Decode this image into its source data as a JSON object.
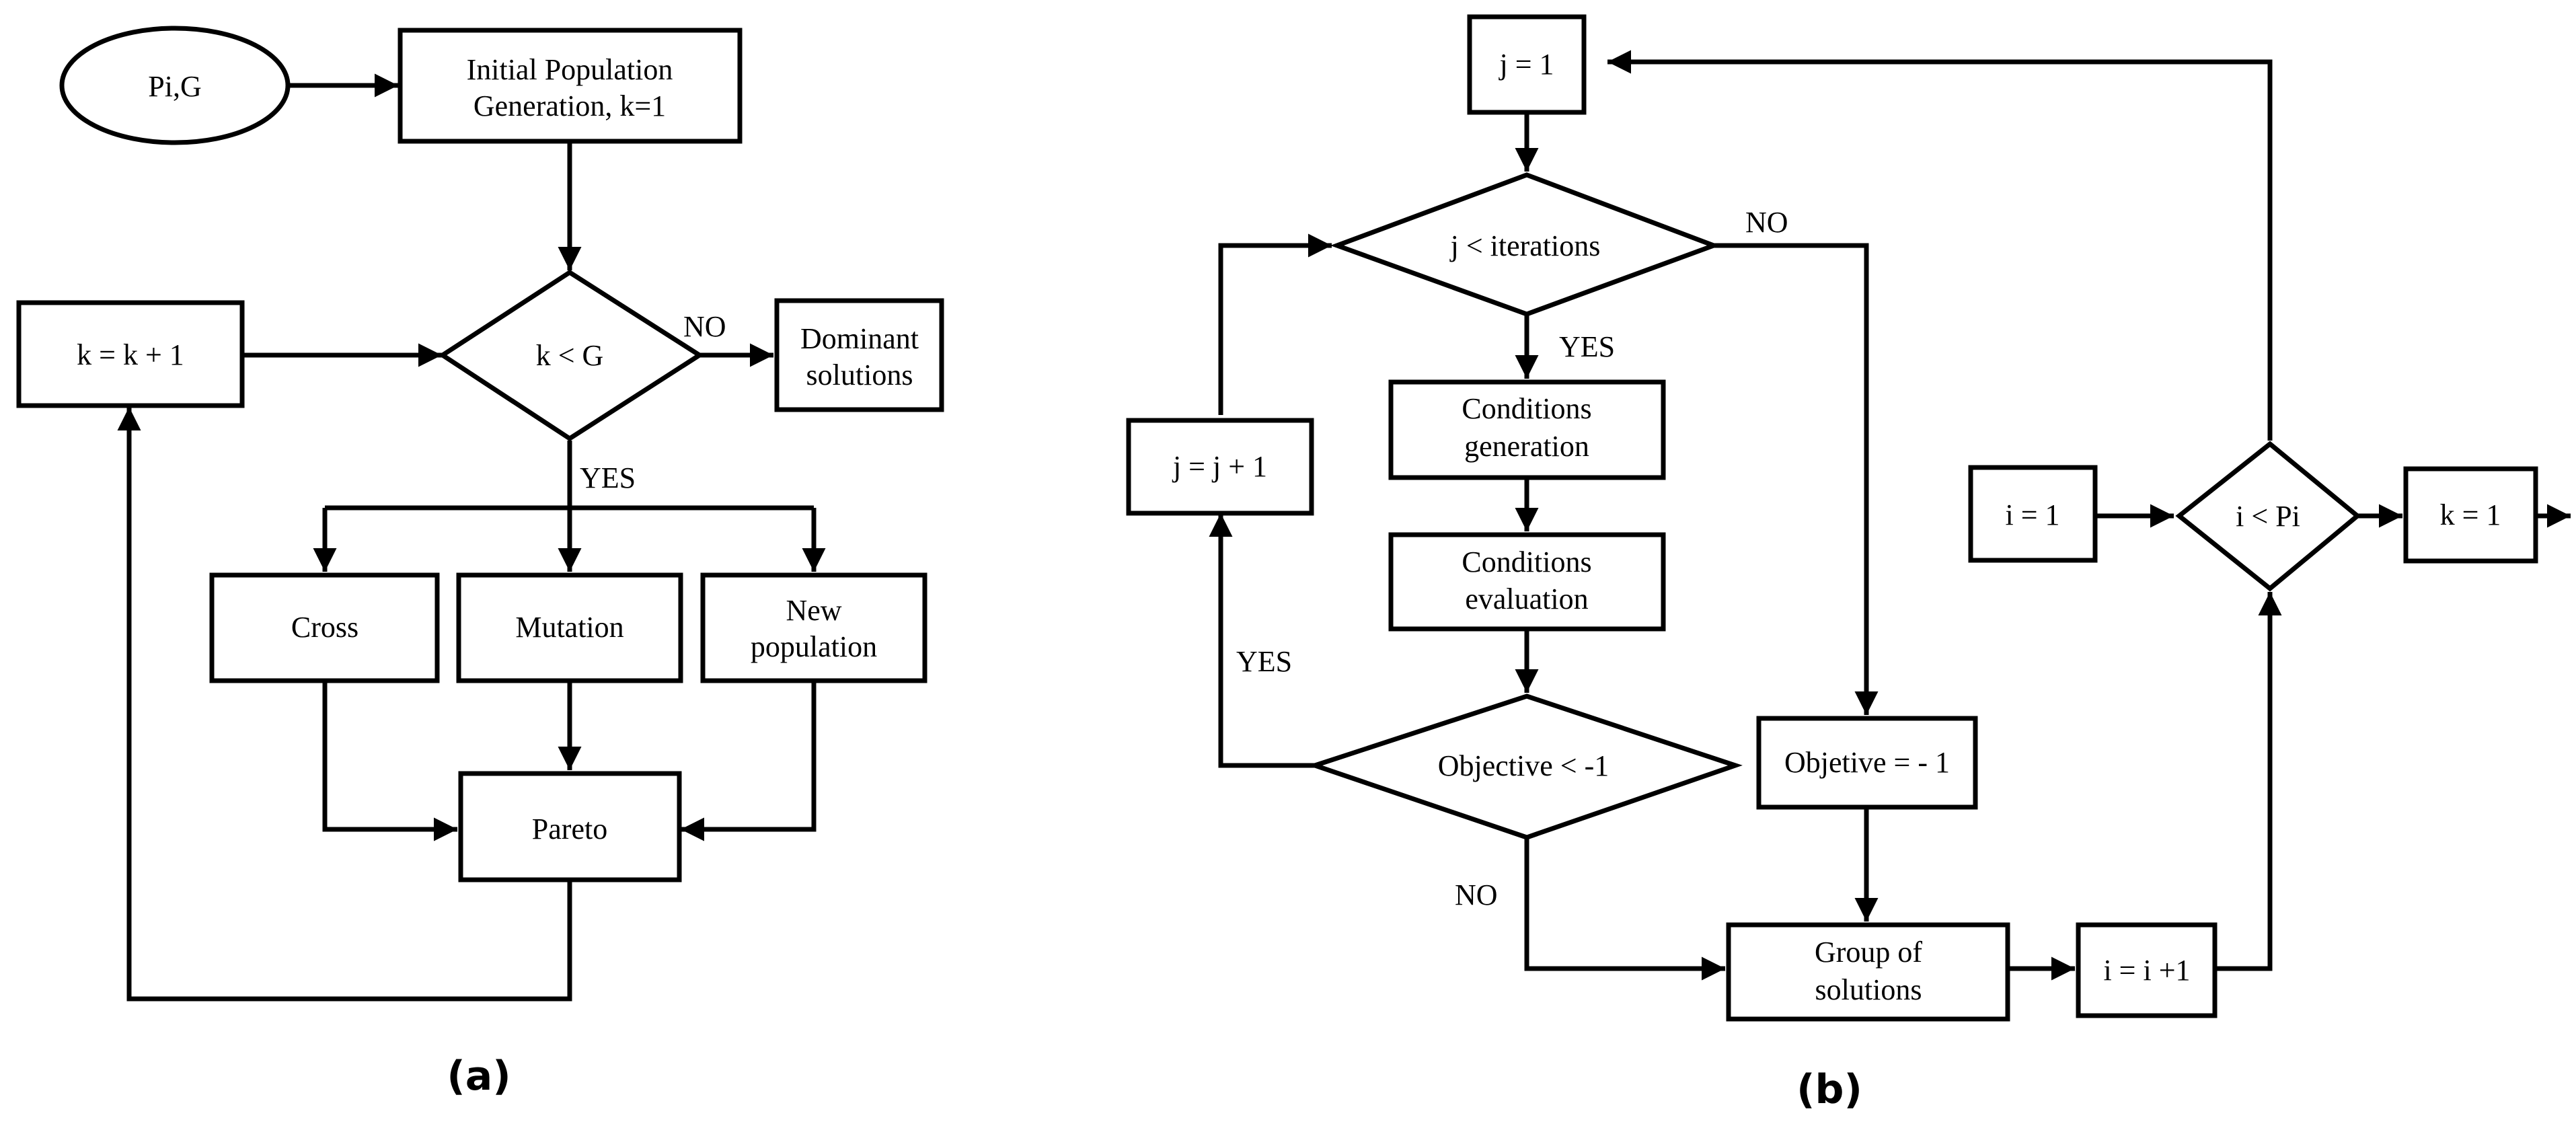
{
  "panel_a": {
    "caption": "(a)",
    "start": "Pi,G",
    "init_line1": "Initial Population",
    "init_line2": "Generation, k=1",
    "decision": "k < G",
    "yes": "YES",
    "no": "NO",
    "dominant_line1": "Dominant",
    "dominant_line2": "solutions",
    "increment": "k = k + 1",
    "cross": "Cross",
    "mutation": "Mutation",
    "newpop_line1": "New",
    "newpop_line2": "population",
    "pareto": "Pareto"
  },
  "panel_b": {
    "caption": "(b)",
    "j_init": "j = 1",
    "j_decision": "j < iterations",
    "no_top": "NO",
    "yes_top": "YES",
    "cond_gen_line1": "Conditions",
    "cond_gen_line2": "generation",
    "cond_eval_line1": "Conditions",
    "cond_eval_line2": "evaluation",
    "obj_decision": "Objective < -1",
    "yes_left": "YES",
    "no_bottom": "NO",
    "j_increment": "j = j + 1",
    "obj_assign": "Objetive = - 1",
    "group_line1": "Group of",
    "group_line2": "solutions",
    "i_increment": "i = i +1",
    "i_init": "i = 1",
    "i_decision": "i < Pi",
    "k_init": "k = 1"
  }
}
